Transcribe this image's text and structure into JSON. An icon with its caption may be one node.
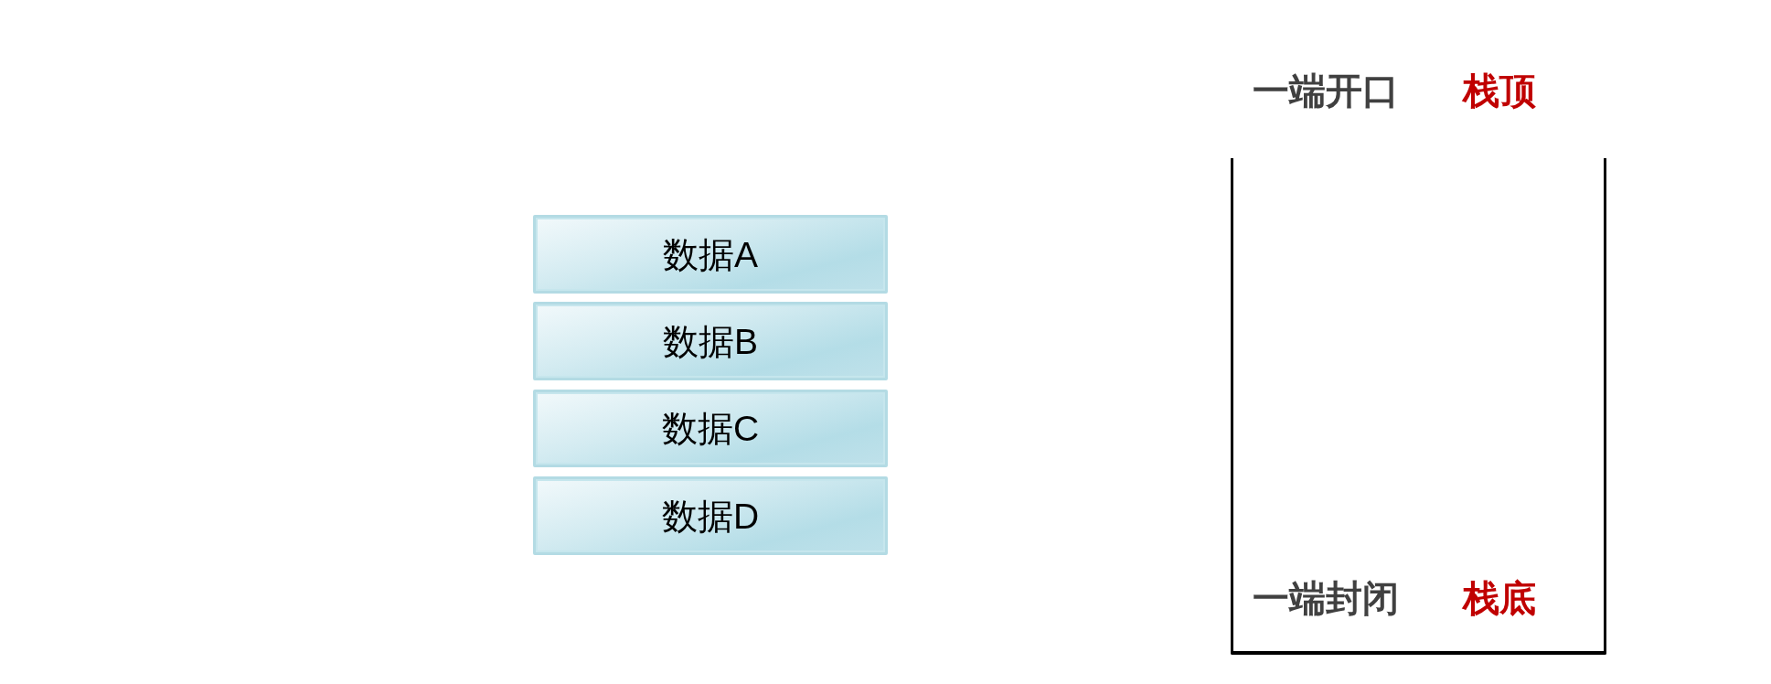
{
  "diagram": {
    "nodes": [
      {
        "text": [
          "数据A"
        ]
      },
      {
        "text": [
          "数据B"
        ]
      },
      {
        "text": [
          "数据C"
        ]
      },
      {
        "text": [
          "数据D"
        ]
      },
      {
        "text": [
          "一端开口",
          "栈顶",
          "一端封闭",
          "栈底"
        ]
      }
    ]
  }
}
